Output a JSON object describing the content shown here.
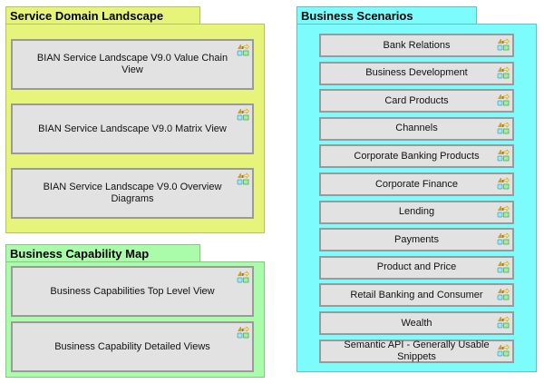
{
  "groups": {
    "service_domain": {
      "title": "Service Domain Landscape",
      "color": "#e6f57a",
      "items": [
        {
          "label": "BIAN Service Landscape V9.0 Value Chain View"
        },
        {
          "label": "BIAN Service Landscape V9.0 Matrix View"
        },
        {
          "label": "BIAN Service Landscape V9.0 Overview Diagrams"
        }
      ]
    },
    "capability_map": {
      "title": "Business Capability Map",
      "color": "#aafcaa",
      "items": [
        {
          "label": "Business Capabilities Top Level View"
        },
        {
          "label": "Business Capability Detailed Views"
        }
      ]
    },
    "scenarios": {
      "title": "Business Scenarios",
      "color": "#7cfcfc",
      "items": [
        {
          "label": "Bank Relations"
        },
        {
          "label": "Business Development"
        },
        {
          "label": "Card Products"
        },
        {
          "label": "Channels"
        },
        {
          "label": "Corporate Banking Products"
        },
        {
          "label": "Corporate Finance"
        },
        {
          "label": "Lending"
        },
        {
          "label": "Payments"
        },
        {
          "label": "Product and Price"
        },
        {
          "label": "Retail Banking and Consumer"
        },
        {
          "label": "Wealth"
        },
        {
          "label": "Semantic API - Generally Usable Snippets"
        }
      ]
    }
  },
  "item_icon": "view-reference-icon"
}
